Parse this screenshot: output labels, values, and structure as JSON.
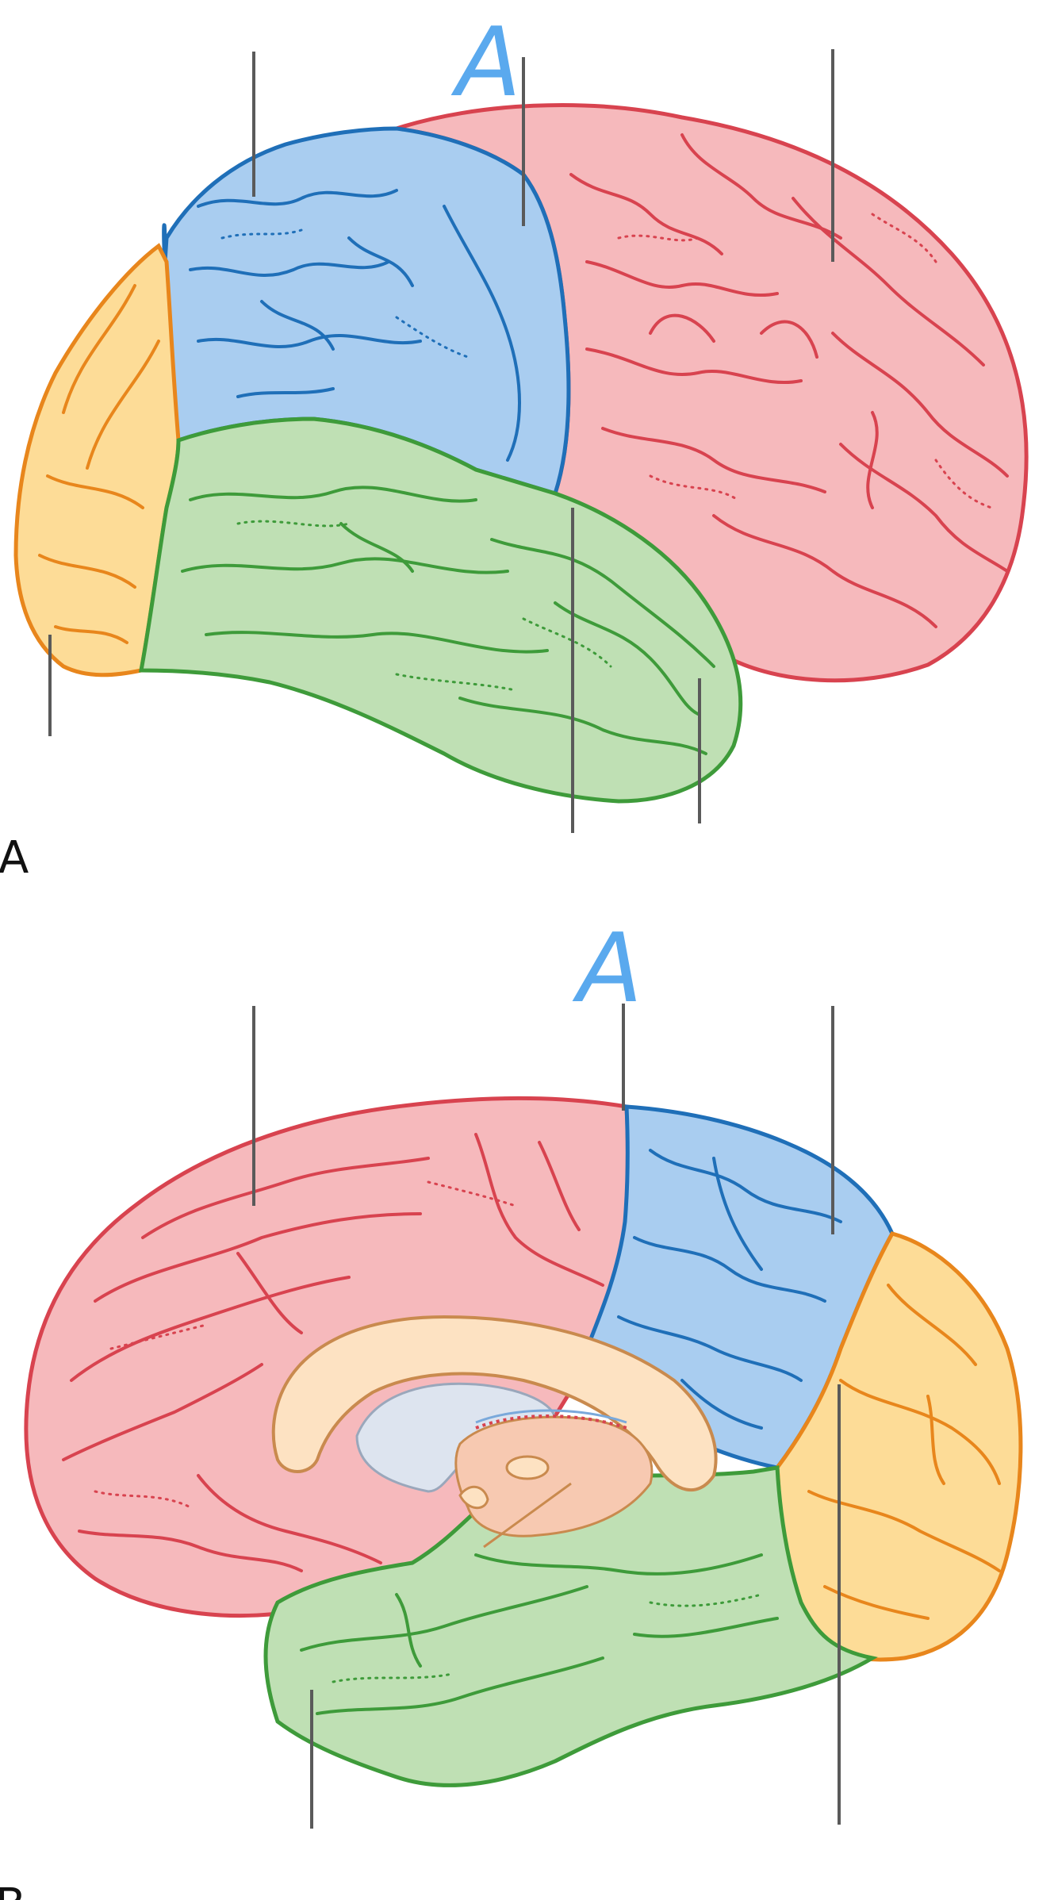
{
  "panels": [
    {
      "id": "A",
      "letter": "A",
      "annotation": "A"
    },
    {
      "id": "B",
      "letter": "B",
      "annotation": "A"
    }
  ],
  "colors": {
    "frontal": "#f6b9bc",
    "frontal_line": "#d8434f",
    "parietal": "#a9cdf0",
    "parietal_line": "#1f6fb8",
    "temporal": "#bfe0b4",
    "temporal_line": "#3e9b3a",
    "occipital": "#fddc97",
    "occipital_line": "#e8861c",
    "callosum": "#fde2c2",
    "callosum_line": "#c98a4e",
    "ventricle": "#dde4ef",
    "thalamus": "#f7c9b1",
    "leader": "#5a5a5a",
    "annotation": "#5aa9ee"
  },
  "icons": [
    "brain-lateral-view",
    "brain-medial-view"
  ]
}
